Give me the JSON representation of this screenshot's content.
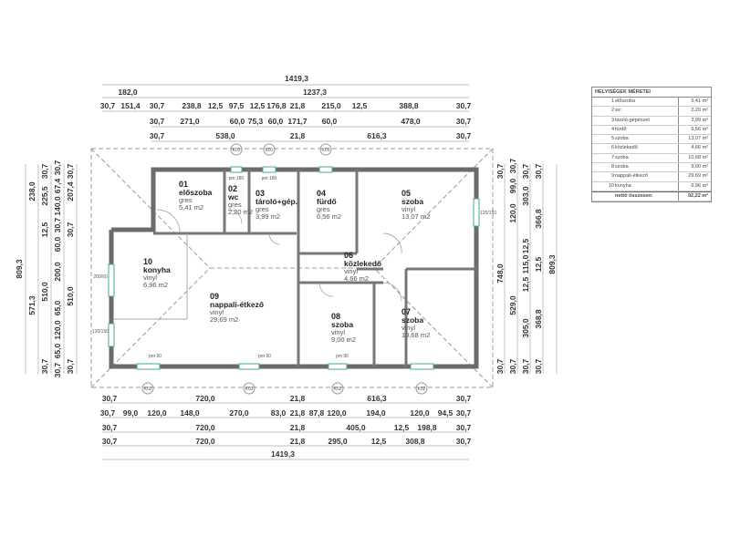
{
  "table": {
    "title": "HELYISÉGEK MÉRETEI",
    "rows": [
      {
        "n": "1",
        "name": "előszoba",
        "area": "5,41 m²"
      },
      {
        "n": "2",
        "name": "wc",
        "area": "2,20 m²"
      },
      {
        "n": "3",
        "name": "tároló-gépészet",
        "area": "3,99 m²"
      },
      {
        "n": "4",
        "name": "fürdő",
        "area": "6,56 m²"
      },
      {
        "n": "5",
        "name": "szoba",
        "area": "13,07 m²"
      },
      {
        "n": "6",
        "name": "közlekedő",
        "area": "4,66 m²"
      },
      {
        "n": "7",
        "name": "szoba",
        "area": "10,68 m²"
      },
      {
        "n": "8",
        "name": "szoba",
        "area": "9,00 m²"
      },
      {
        "n": "9",
        "name": "nappali-étkező",
        "area": "29,69 m²"
      },
      {
        "n": "10",
        "name": "konyha",
        "area": "6,96 m²"
      }
    ],
    "total_label": "nettó összesen:",
    "total_value": "92,22 m²"
  },
  "rooms": [
    {
      "num": "01",
      "name": "előszoba",
      "floor": "gres",
      "area": "5,41 m2"
    },
    {
      "num": "02",
      "name": "wc",
      "floor": "gres",
      "area": "2,20 m2"
    },
    {
      "num": "03",
      "name": "tároló+gép.",
      "floor": "gres",
      "area": "3,99 m2"
    },
    {
      "num": "04",
      "name": "fürdő",
      "floor": "gres",
      "area": "6,56 m2"
    },
    {
      "num": "05",
      "name": "szoba",
      "floor": "vinyl",
      "area": "13,07 m2"
    },
    {
      "num": "06",
      "name": "közlekedő",
      "floor": "vinyl",
      "area": "4,66 m2"
    },
    {
      "num": "07",
      "name": "szoba",
      "floor": "vinyl",
      "area": "10,68 m2"
    },
    {
      "num": "08",
      "name": "szoba",
      "floor": "vinyl",
      "area": "9,00 m2"
    },
    {
      "num": "09",
      "name": "nappali-étkező",
      "floor": "vinyl",
      "area": "29,69 m2"
    },
    {
      "num": "10",
      "name": "konyha",
      "floor": "vinyl",
      "area": "6,96 m2"
    }
  ],
  "tags": [
    "K01",
    "K01",
    "K01",
    "K02",
    "K03",
    "K02",
    "K02",
    "pm 180",
    "pm 180",
    "pm 90",
    "pm 90",
    "pm 90",
    "200/60",
    "120/150",
    "120/150"
  ],
  "dims": {
    "top": [
      [
        "1419,3"
      ],
      [
        "182,0",
        "1237,3"
      ],
      [
        "30,7",
        "151,4",
        "30,7",
        "238,8",
        "12,5",
        "97,5",
        "12,5",
        "176,8",
        "21,8",
        "215,0",
        "12,5",
        "388,8",
        "30,7"
      ],
      [
        "30,7",
        "271,0",
        "60,0",
        "75,3",
        "60,0",
        "171,7",
        "60,0",
        "478,0",
        "30,7"
      ],
      [
        "30,7",
        "538,0",
        "21,8",
        "616,3",
        "30,7"
      ]
    ],
    "bottom": [
      [
        "30,7",
        "720,0",
        "21,8",
        "616,3",
        "30,7"
      ],
      [
        "30,7",
        "99,0",
        "120,0",
        "148,0",
        "270,0",
        "83,0",
        "21,8",
        "87,8",
        "120,0",
        "194,0",
        "120,0",
        "94,5",
        "30,7"
      ],
      [
        "30,7",
        "720,0",
        "21,8",
        "405,0",
        "12,5",
        "198,8",
        "30,7"
      ],
      [
        "30,7",
        "720,0",
        "21,8",
        "295,0",
        "12,5",
        "308,8",
        "30,7"
      ],
      [
        "1419,3"
      ]
    ],
    "left": [
      [
        "809,3"
      ],
      [
        "238,0",
        "571,3"
      ],
      [
        "30,7",
        "225,5",
        "12,5",
        "510,0",
        "30,7"
      ],
      [
        "30,7",
        "67,4",
        "140,0",
        "30,7",
        "60,0",
        "200,0",
        "65,0",
        "120,0",
        "65,0",
        "30,7"
      ],
      [
        "30,7",
        "207,4",
        "30,7",
        "510,0",
        "30,7"
      ]
    ],
    "right": [
      [
        "30,7",
        "748,0",
        "30,7"
      ],
      [
        "30,7",
        "99,0",
        "120,0",
        "529,0",
        "30,7"
      ],
      [
        "30,7",
        "303,0",
        "12,5",
        "115,0",
        "12,5",
        "305,0",
        "30,7"
      ],
      [
        "30,7",
        "366,8",
        "12,5",
        "368,8",
        "30,7"
      ],
      [
        "809,3"
      ]
    ]
  }
}
